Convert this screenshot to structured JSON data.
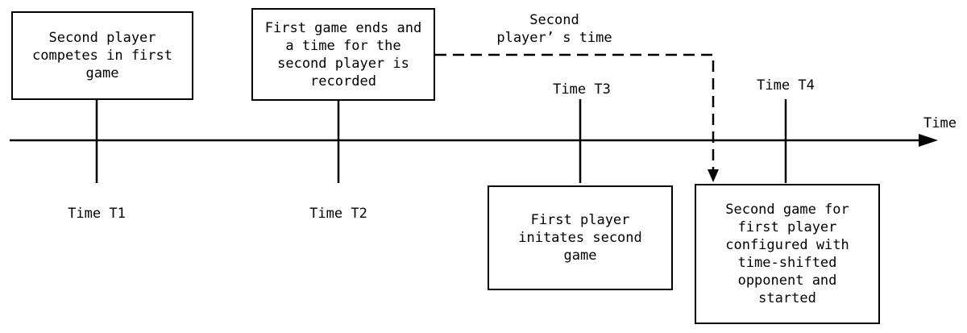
{
  "boxes": {
    "second_player_competes": [
      "Second player",
      "competes in first",
      "game"
    ],
    "first_game_ends": [
      "First game ends and",
      "a time for the",
      "second player is",
      "recorded"
    ],
    "first_player_initiates": [
      "First player",
      "initates second",
      "game"
    ],
    "second_game_configured": [
      "Second game for",
      "first player",
      "configured with",
      "time-shifted",
      "opponent and",
      "started"
    ]
  },
  "labels": {
    "time_axis": "Time",
    "t1": "Time T1",
    "t2": "Time T2",
    "t3": "Time T3",
    "t4": "Time T4",
    "second_players_time": [
      "Second",
      "player’ s time"
    ]
  }
}
